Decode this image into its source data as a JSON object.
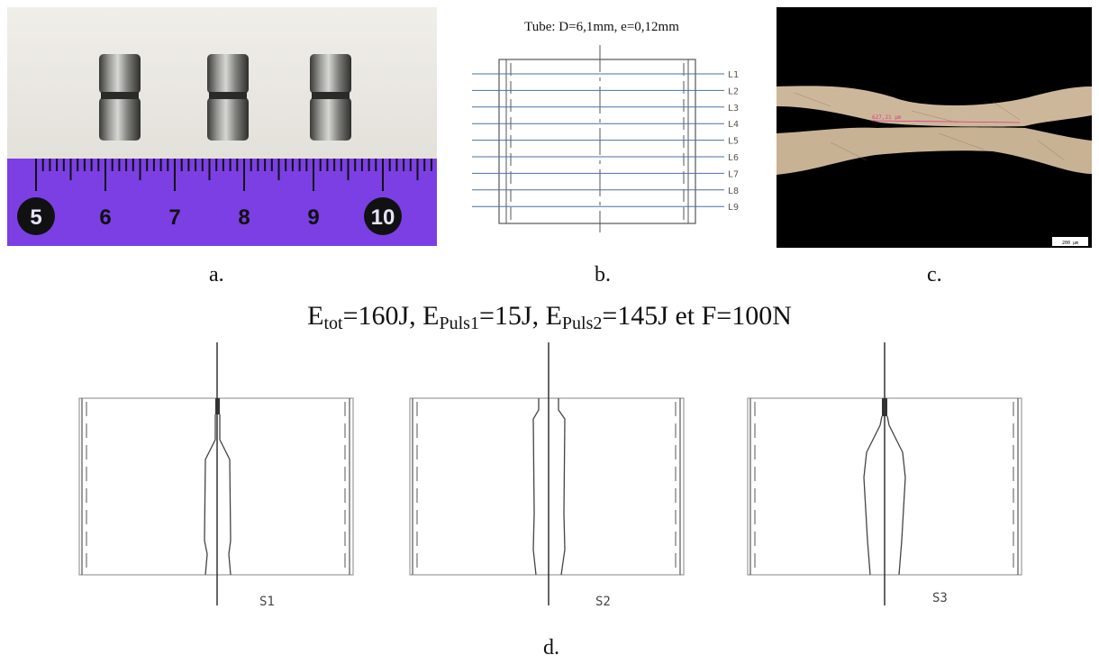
{
  "panel_a": {
    "ruler_numbers": [
      "5",
      "6",
      "7",
      "8",
      "9",
      "10"
    ]
  },
  "panel_b": {
    "title": "Tube: D=6,1mm, e=0,12mm",
    "line_labels": [
      "L1",
      "L2",
      "L3",
      "L4",
      "L5",
      "L6",
      "L7",
      "L8",
      "L9"
    ]
  },
  "panel_c": {
    "measure_text": "627,21 µm",
    "scale_bar_text": "200 µm"
  },
  "params": {
    "e1": "E",
    "s1": "tot",
    "t1": "=160J, E",
    "s2": "Puls1",
    "t2": "=15J, E",
    "s3": "Puls2",
    "t3": "=145J et F=100N"
  },
  "panel_d": {
    "section_labels": [
      "S1",
      "S2",
      "S3"
    ]
  },
  "captions": {
    "a": "a.",
    "b": "b.",
    "c": "c.",
    "d": "d."
  },
  "colors": {
    "ruler_purple": "#7b3fe4",
    "photo_background": "#eceae4",
    "micrograph_metal": "#cdb79b",
    "diagram_line_blue": "#4a6fa5"
  }
}
